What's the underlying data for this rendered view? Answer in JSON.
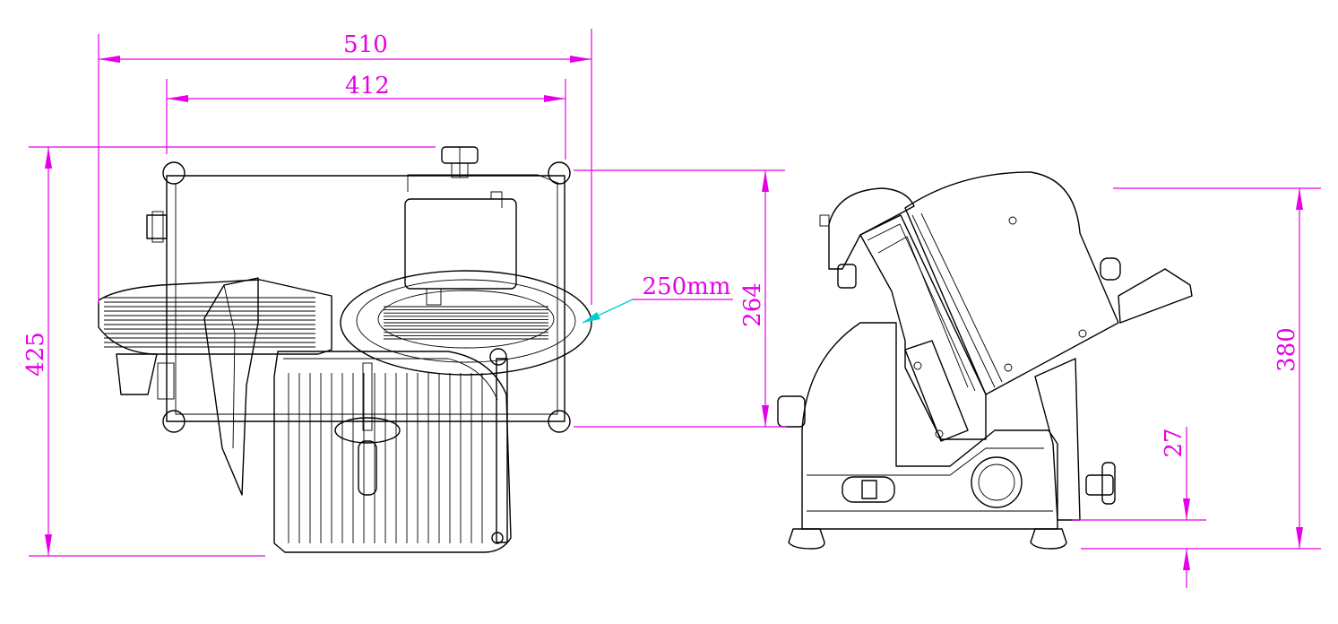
{
  "drawing": {
    "colors": {
      "dimension": "#e600e6",
      "leader": "#00d0d0",
      "outline": "#000000",
      "background": "#ffffff"
    },
    "dimensions": {
      "overall_width": "510",
      "base_width": "412",
      "overall_height_front": "425",
      "body_height": "264",
      "blade_diameter": "250mm",
      "overall_height_side": "380",
      "foot_height": "27"
    }
  }
}
